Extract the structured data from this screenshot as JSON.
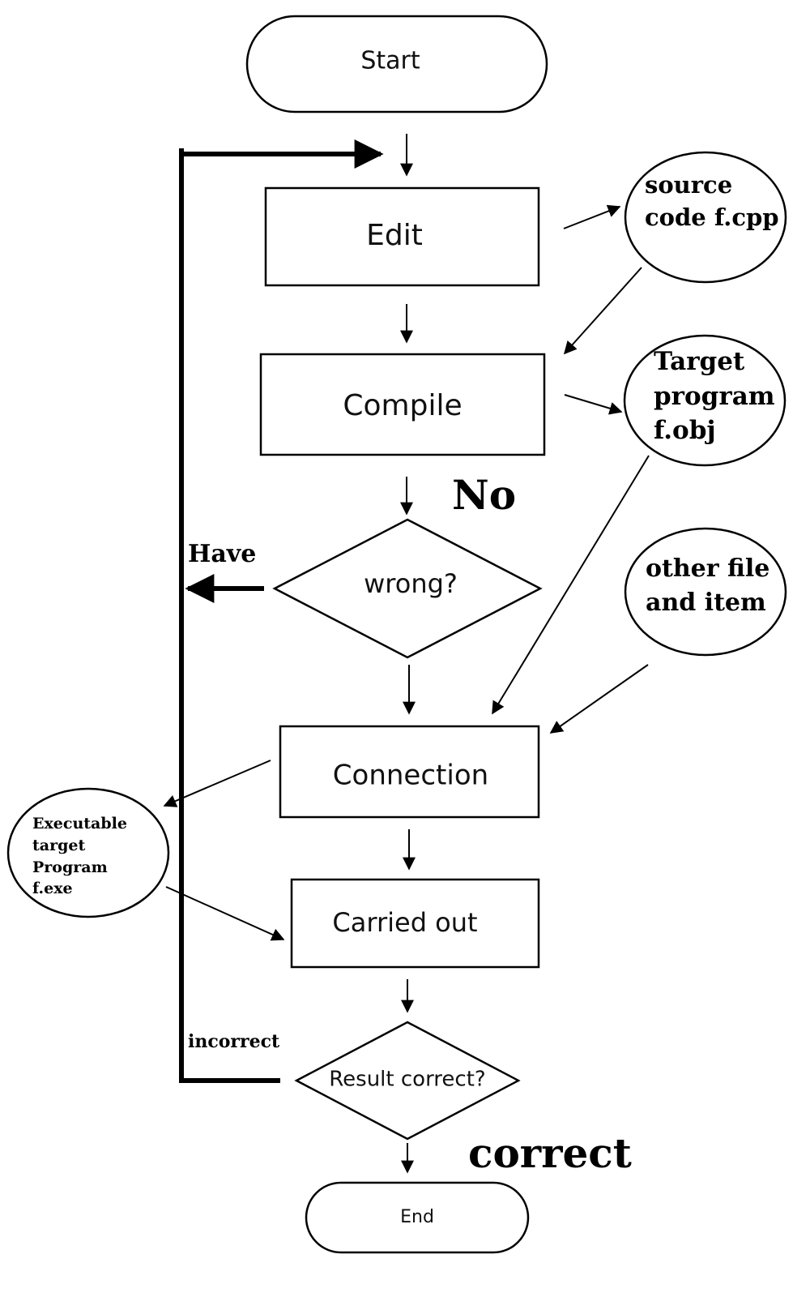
{
  "flow": {
    "start": "Start",
    "edit": "Edit",
    "compile": "Compile",
    "wrong": "wrong?",
    "connection": "Connection",
    "carried_out": "Carried out",
    "result": "Result correct?",
    "end": "End"
  },
  "files": {
    "source": [
      "source",
      "code f.cpp"
    ],
    "target": [
      "Target",
      "program",
      "f.obj"
    ],
    "other": [
      "other file",
      "and item"
    ],
    "executable": [
      "Executable",
      "target",
      "Program",
      "f.exe"
    ]
  },
  "labels": {
    "no": "No",
    "have": "Have",
    "incorrect": "incorrect",
    "correct": "correct"
  }
}
